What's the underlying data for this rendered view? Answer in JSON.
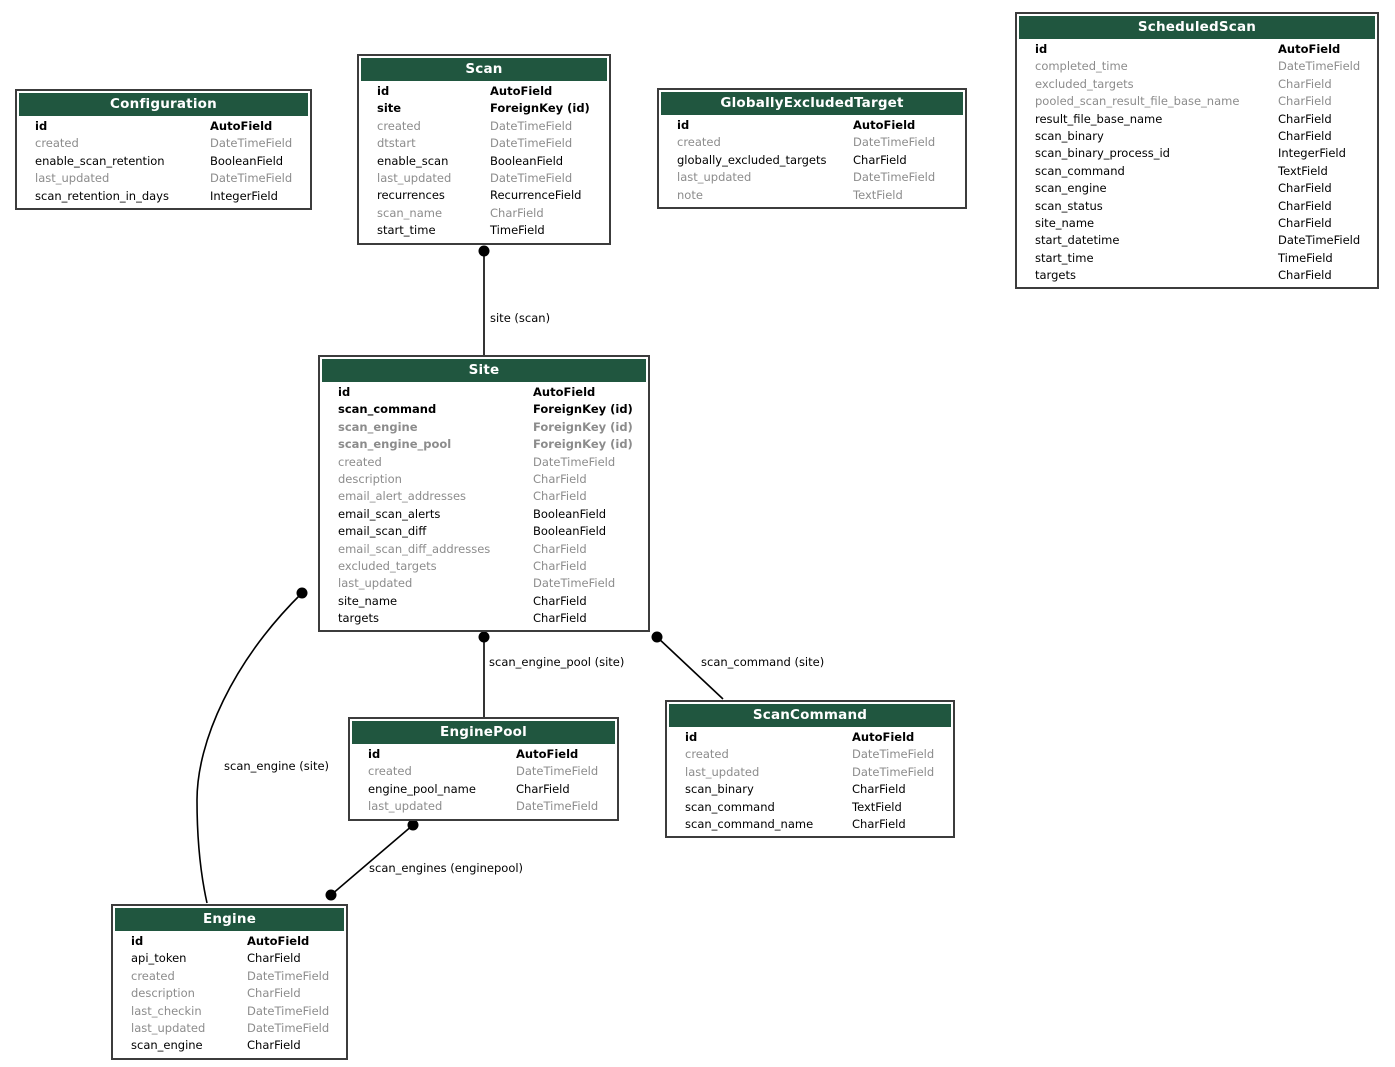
{
  "diagram": {
    "colors": {
      "header_bg": "#20563f",
      "header_text": "#ffffff",
      "text": "#000000",
      "muted_text": "#8c8c8c",
      "edge": "#000000"
    },
    "tables": [
      {
        "name": "Configuration",
        "fields": [
          {
            "name": "id",
            "type": "AutoField",
            "style": "bold"
          },
          {
            "name": "created",
            "type": "DateTimeField",
            "style": "muted"
          },
          {
            "name": "enable_scan_retention",
            "type": "BooleanField",
            "style": "normal"
          },
          {
            "name": "last_updated",
            "type": "DateTimeField",
            "style": "muted"
          },
          {
            "name": "scan_retention_in_days",
            "type": "IntegerField",
            "style": "normal"
          }
        ]
      },
      {
        "name": "Scan",
        "fields": [
          {
            "name": "id",
            "type": "AutoField",
            "style": "bold"
          },
          {
            "name": "site",
            "type": "ForeignKey (id)",
            "style": "bold"
          },
          {
            "name": "created",
            "type": "DateTimeField",
            "style": "muted"
          },
          {
            "name": "dtstart",
            "type": "DateTimeField",
            "style": "muted"
          },
          {
            "name": "enable_scan",
            "type": "BooleanField",
            "style": "normal"
          },
          {
            "name": "last_updated",
            "type": "DateTimeField",
            "style": "muted"
          },
          {
            "name": "recurrences",
            "type": "RecurrenceField",
            "style": "normal"
          },
          {
            "name": "scan_name",
            "type": "CharField",
            "style": "muted"
          },
          {
            "name": "start_time",
            "type": "TimeField",
            "style": "normal"
          }
        ]
      },
      {
        "name": "GloballyExcludedTarget",
        "fields": [
          {
            "name": "id",
            "type": "AutoField",
            "style": "bold"
          },
          {
            "name": "created",
            "type": "DateTimeField",
            "style": "muted"
          },
          {
            "name": "globally_excluded_targets",
            "type": "CharField",
            "style": "normal"
          },
          {
            "name": "last_updated",
            "type": "DateTimeField",
            "style": "muted"
          },
          {
            "name": "note",
            "type": "TextField",
            "style": "muted"
          }
        ]
      },
      {
        "name": "ScheduledScan",
        "fields": [
          {
            "name": "id",
            "type": "AutoField",
            "style": "bold"
          },
          {
            "name": "completed_time",
            "type": "DateTimeField",
            "style": "muted"
          },
          {
            "name": "excluded_targets",
            "type": "CharField",
            "style": "muted"
          },
          {
            "name": "pooled_scan_result_file_base_name",
            "type": "CharField",
            "style": "muted"
          },
          {
            "name": "result_file_base_name",
            "type": "CharField",
            "style": "normal"
          },
          {
            "name": "scan_binary",
            "type": "CharField",
            "style": "normal"
          },
          {
            "name": "scan_binary_process_id",
            "type": "IntegerField",
            "style": "normal"
          },
          {
            "name": "scan_command",
            "type": "TextField",
            "style": "normal"
          },
          {
            "name": "scan_engine",
            "type": "CharField",
            "style": "normal"
          },
          {
            "name": "scan_status",
            "type": "CharField",
            "style": "normal"
          },
          {
            "name": "site_name",
            "type": "CharField",
            "style": "normal"
          },
          {
            "name": "start_datetime",
            "type": "DateTimeField",
            "style": "normal"
          },
          {
            "name": "start_time",
            "type": "TimeField",
            "style": "normal"
          },
          {
            "name": "targets",
            "type": "CharField",
            "style": "normal"
          }
        ]
      },
      {
        "name": "Site",
        "fields": [
          {
            "name": "id",
            "type": "AutoField",
            "style": "bold"
          },
          {
            "name": "scan_command",
            "type": "ForeignKey (id)",
            "style": "bold"
          },
          {
            "name": "scan_engine",
            "type": "ForeignKey (id)",
            "style": "bold-muted"
          },
          {
            "name": "scan_engine_pool",
            "type": "ForeignKey (id)",
            "style": "bold-muted"
          },
          {
            "name": "created",
            "type": "DateTimeField",
            "style": "muted"
          },
          {
            "name": "description",
            "type": "CharField",
            "style": "muted"
          },
          {
            "name": "email_alert_addresses",
            "type": "CharField",
            "style": "muted"
          },
          {
            "name": "email_scan_alerts",
            "type": "BooleanField",
            "style": "normal"
          },
          {
            "name": "email_scan_diff",
            "type": "BooleanField",
            "style": "normal"
          },
          {
            "name": "email_scan_diff_addresses",
            "type": "CharField",
            "style": "muted"
          },
          {
            "name": "excluded_targets",
            "type": "CharField",
            "style": "muted"
          },
          {
            "name": "last_updated",
            "type": "DateTimeField",
            "style": "muted"
          },
          {
            "name": "site_name",
            "type": "CharField",
            "style": "normal"
          },
          {
            "name": "targets",
            "type": "CharField",
            "style": "normal"
          }
        ]
      },
      {
        "name": "EnginePool",
        "fields": [
          {
            "name": "id",
            "type": "AutoField",
            "style": "bold"
          },
          {
            "name": "created",
            "type": "DateTimeField",
            "style": "muted"
          },
          {
            "name": "engine_pool_name",
            "type": "CharField",
            "style": "normal"
          },
          {
            "name": "last_updated",
            "type": "DateTimeField",
            "style": "muted"
          }
        ]
      },
      {
        "name": "ScanCommand",
        "fields": [
          {
            "name": "id",
            "type": "AutoField",
            "style": "bold"
          },
          {
            "name": "created",
            "type": "DateTimeField",
            "style": "muted"
          },
          {
            "name": "last_updated",
            "type": "DateTimeField",
            "style": "muted"
          },
          {
            "name": "scan_binary",
            "type": "CharField",
            "style": "normal"
          },
          {
            "name": "scan_command",
            "type": "TextField",
            "style": "normal"
          },
          {
            "name": "scan_command_name",
            "type": "CharField",
            "style": "normal"
          }
        ]
      },
      {
        "name": "Engine",
        "fields": [
          {
            "name": "id",
            "type": "AutoField",
            "style": "bold"
          },
          {
            "name": "api_token",
            "type": "CharField",
            "style": "normal"
          },
          {
            "name": "created",
            "type": "DateTimeField",
            "style": "muted"
          },
          {
            "name": "description",
            "type": "CharField",
            "style": "muted"
          },
          {
            "name": "last_checkin",
            "type": "DateTimeField",
            "style": "muted"
          },
          {
            "name": "last_updated",
            "type": "DateTimeField",
            "style": "muted"
          },
          {
            "name": "scan_engine",
            "type": "CharField",
            "style": "normal"
          }
        ]
      }
    ],
    "edges": [
      {
        "label": "site (scan)",
        "from": "Scan",
        "to": "Site"
      },
      {
        "label": "scan_engine_pool (site)",
        "from": "Site",
        "to": "EnginePool"
      },
      {
        "label": "scan_command (site)",
        "from": "Site",
        "to": "ScanCommand"
      },
      {
        "label": "scan_engine (site)",
        "from": "Site",
        "to": "Engine"
      },
      {
        "label": "scan_engines (enginepool)",
        "from": "EnginePool",
        "to": "Engine"
      }
    ]
  }
}
